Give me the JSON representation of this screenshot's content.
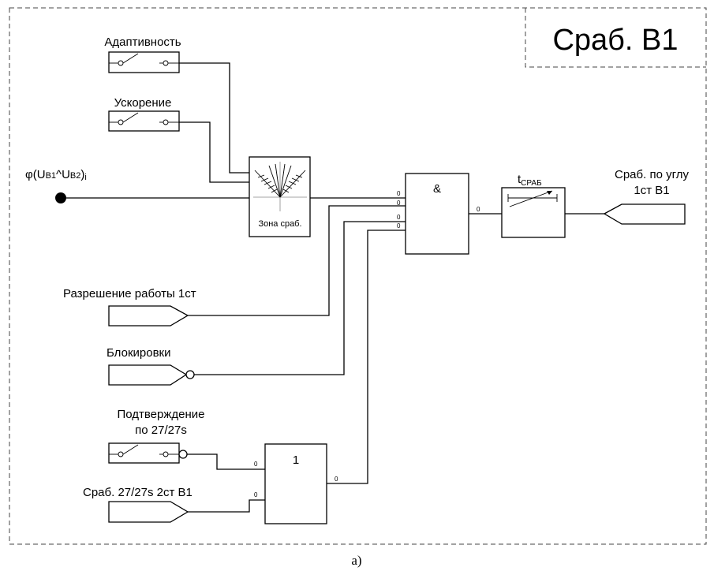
{
  "title": "Сраб. В1",
  "caption": "а)",
  "switches": {
    "adaptivity": "Адаптивность",
    "acceleration": "Ускорение",
    "confirmation_line1": "Подтверждение",
    "confirmation_line2": "по 27/27s"
  },
  "input_signal": {
    "phi": "φ(U",
    "sub1": "B1",
    "caret": "^U",
    "sub2": "B2",
    "suffix": ")",
    "index": "i"
  },
  "zone_block": {
    "label": "Зона сраб."
  },
  "and_gate": {
    "symbol": "&"
  },
  "or_gate": {
    "symbol": "1"
  },
  "timer": {
    "t": "t",
    "sub": "СРАБ"
  },
  "output": {
    "line1": "Сраб. по углу",
    "line2": "1ст В1"
  },
  "inputs": {
    "permission": "Разрешение работы 1ст",
    "blocking": "Блокировки",
    "trip_27": "Сраб. 27/27s 2ст В1"
  },
  "pin_zero": "0"
}
